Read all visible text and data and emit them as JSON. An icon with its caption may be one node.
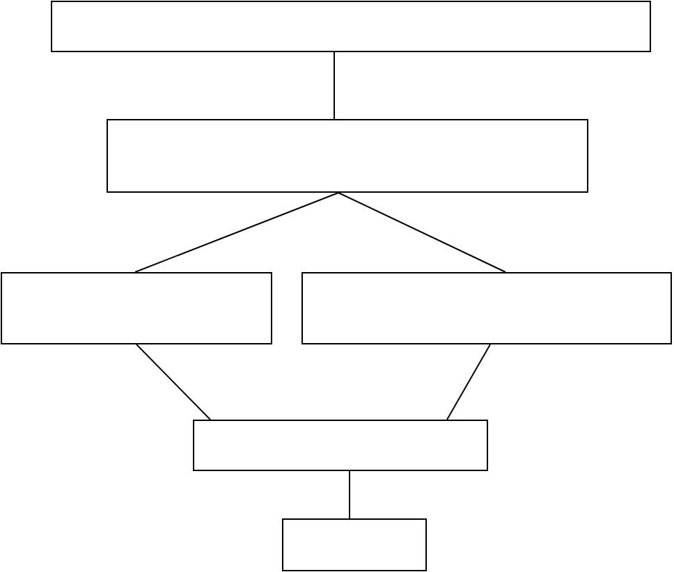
{
  "diagram": {
    "nodes": [
      {
        "text": [],
        "shape": "box"
      },
      {
        "text": [],
        "shape": "box"
      },
      {
        "text": [],
        "shape": "box"
      },
      {
        "text": [],
        "shape": "box"
      },
      {
        "text": [],
        "shape": "box"
      },
      {
        "text": [],
        "shape": "box"
      }
    ],
    "edges": [
      {
        "from": 0,
        "to": 1,
        "arrow": "none"
      },
      {
        "from": 1,
        "to": 2,
        "arrow": "none"
      },
      {
        "from": 1,
        "to": 3,
        "arrow": "none"
      },
      {
        "from": 2,
        "to": 4,
        "arrow": "none"
      },
      {
        "from": 3,
        "to": 4,
        "arrow": "none"
      },
      {
        "from": 4,
        "to": 5,
        "arrow": "none"
      }
    ]
  }
}
